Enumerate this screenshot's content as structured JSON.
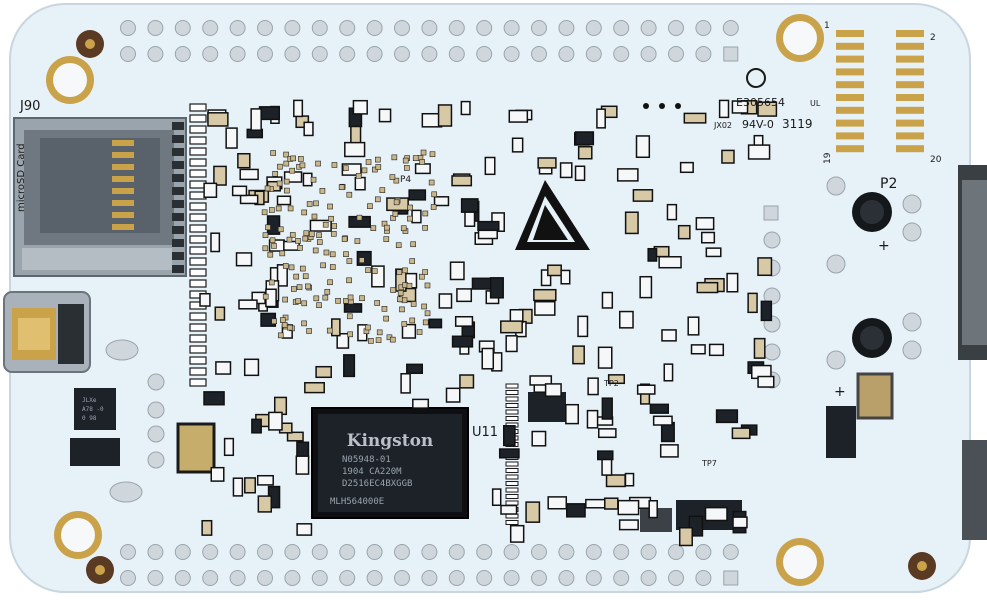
{
  "labels": {
    "j90": "J90",
    "microsd": "microSD Card",
    "p4": "P4",
    "p2": "P2",
    "u11": "U11",
    "tp2": "TP2",
    "tp7": "TP7",
    "pin1": "1",
    "pin2": "2",
    "pin19": "19",
    "pin20": "20",
    "ul_code": "E305654",
    "ul_mark": "UL",
    "jx02": "JX02",
    "rating": "94V-0",
    "date_code": "3119",
    "plus_a": "+",
    "plus_b": "+"
  },
  "ram_chip": {
    "brand": "Kingston",
    "line1": "N05948-01",
    "line2": "1904    CA220M",
    "line3": "D2516EC4BXGGB",
    "line4": "MLH564000E"
  },
  "small_chip": {
    "line1": "JLXe",
    "line2": "A78 -0",
    "line3": "0 98"
  },
  "colors": {
    "board": "#e6f1f8",
    "outline": "#c9d6df",
    "copper": "#c9a24a",
    "silkscreen": "#1a1a1a",
    "chip": "#1c2228"
  }
}
